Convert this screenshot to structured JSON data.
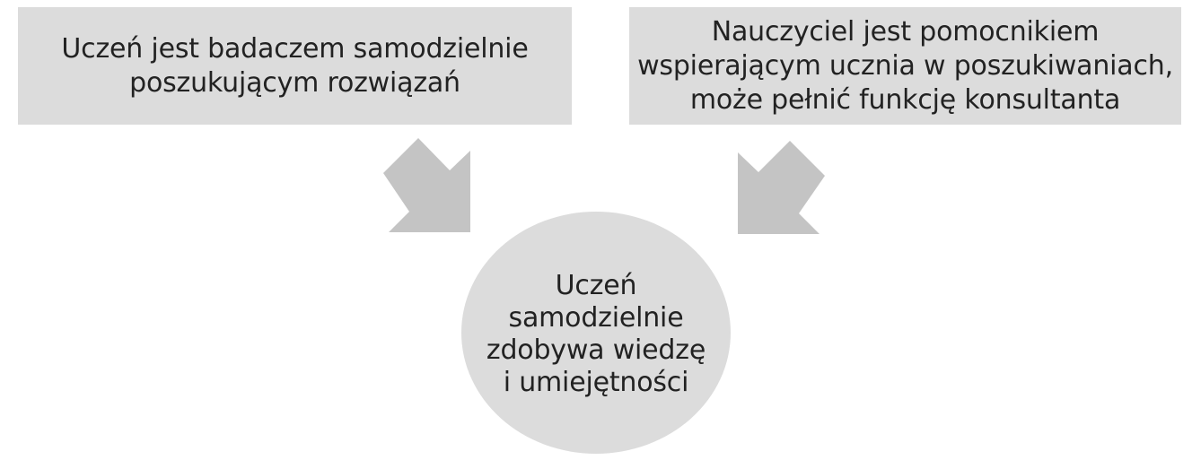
{
  "diagram": {
    "left_box": {
      "lines": [
        "Uczeń jest badaczem samodzielnie",
        "poszukującym rozwiązań"
      ]
    },
    "right_box": {
      "lines": [
        "Nauczyciel jest pomocnikiem",
        "wspierającym ucznia w poszukiwaniach,",
        "może pełnić funkcję konsultanta"
      ]
    },
    "center_circle": {
      "lines": [
        "Uczeń",
        "samodzielnie",
        "zdobywa wiedzę",
        "i umiejętności"
      ]
    },
    "colors": {
      "box_fill": "#dcdcdc",
      "arrow_fill": "#c4c4c4",
      "text": "#222222"
    },
    "icons": {
      "left_arrow": "arrow-down-right-icon",
      "right_arrow": "arrow-down-left-icon"
    }
  }
}
